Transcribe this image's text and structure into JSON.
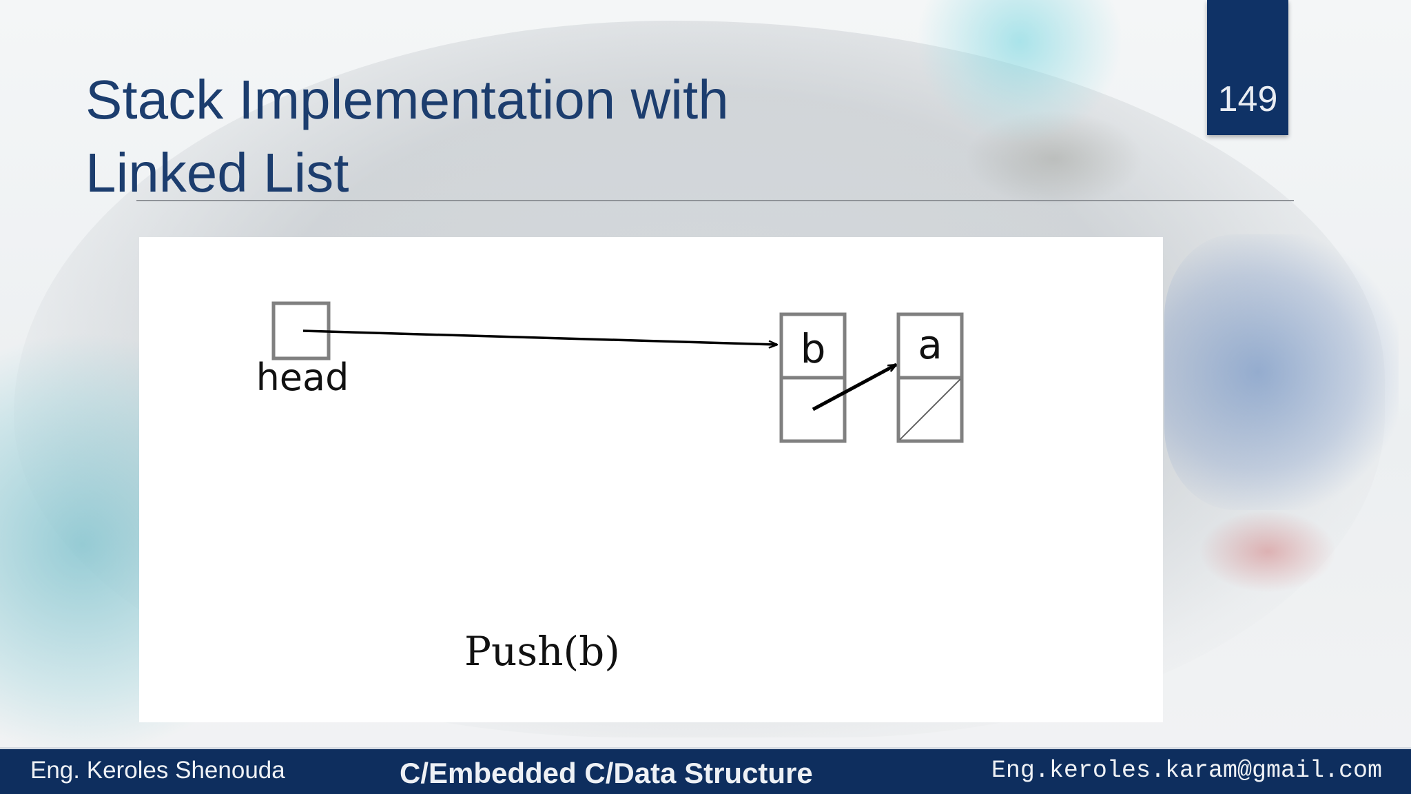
{
  "slide": {
    "title_lines": [
      "Stack Implementation with",
      "Linked List"
    ],
    "page_number": "149"
  },
  "diagram": {
    "head_label": "head",
    "nodes": [
      {
        "value": "b",
        "next": "a"
      },
      {
        "value": "a",
        "next": null
      }
    ],
    "operation": "Push(b)"
  },
  "footer": {
    "author": "Eng. Keroles Shenouda",
    "course": "C/Embedded C/Data Structure",
    "email": "Eng.keroles.karam@gmail.com"
  },
  "colors": {
    "title": "#1c3d6e",
    "badge": "#0f3266",
    "footer": "#0e2e5e",
    "box_stroke": "#808080",
    "arrow": "#000000"
  }
}
